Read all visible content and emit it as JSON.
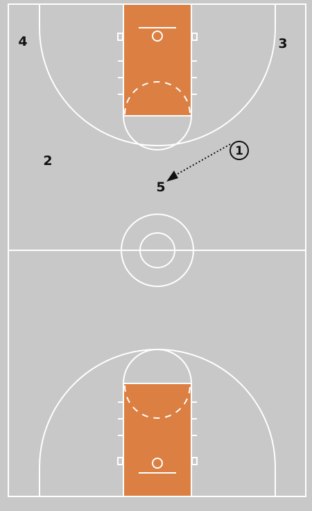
{
  "colors": {
    "court_floor": "#c8c8c8",
    "court_lines": "#ffffff",
    "paint": "#dc7f43",
    "marker_text": "#111111"
  },
  "players": {
    "p1": "1",
    "p2": "2",
    "p3": "3",
    "p4": "4",
    "p5": "5"
  },
  "action": {
    "type": "pass",
    "from_player": "1",
    "to_player": "5",
    "line_style": "dotted-arrow"
  }
}
